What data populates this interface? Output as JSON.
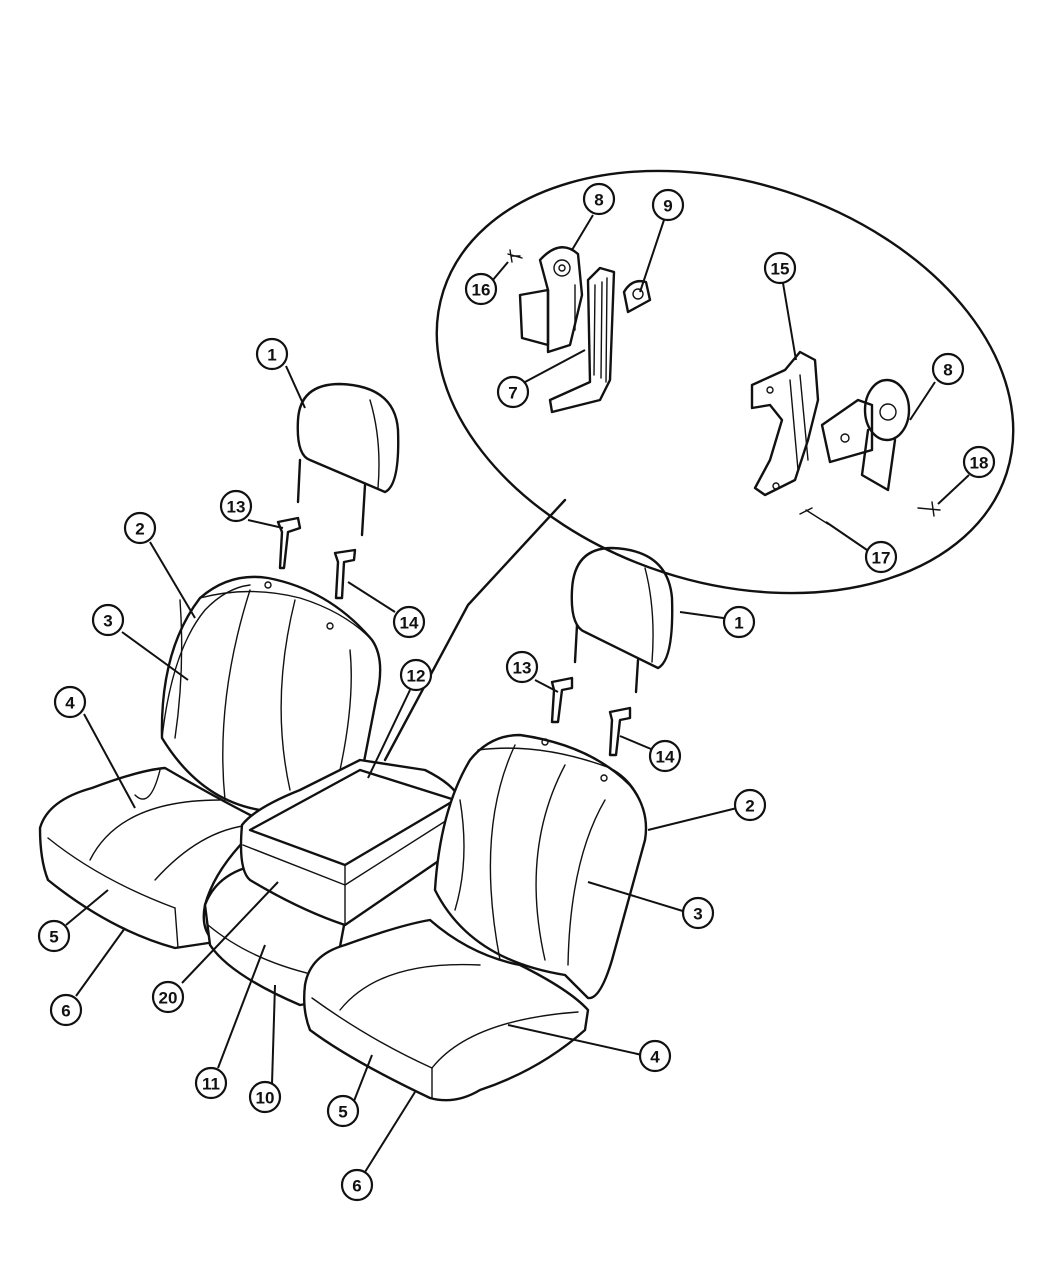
{
  "diagram": {
    "type": "exploded-parts-diagram",
    "parts": [
      {
        "id": "c1a",
        "label": "1"
      },
      {
        "id": "c1b",
        "label": "1"
      },
      {
        "id": "c2a",
        "label": "2"
      },
      {
        "id": "c2b",
        "label": "2"
      },
      {
        "id": "c3a",
        "label": "3"
      },
      {
        "id": "c3b",
        "label": "3"
      },
      {
        "id": "c4a",
        "label": "4"
      },
      {
        "id": "c4b",
        "label": "4"
      },
      {
        "id": "c5a",
        "label": "5"
      },
      {
        "id": "c5b",
        "label": "5"
      },
      {
        "id": "c6a",
        "label": "6"
      },
      {
        "id": "c6b",
        "label": "6"
      },
      {
        "id": "c7",
        "label": "7"
      },
      {
        "id": "c8a",
        "label": "8"
      },
      {
        "id": "c8b",
        "label": "8"
      },
      {
        "id": "c9",
        "label": "9"
      },
      {
        "id": "c10",
        "label": "10"
      },
      {
        "id": "c11",
        "label": "11"
      },
      {
        "id": "c12",
        "label": "12"
      },
      {
        "id": "c13a",
        "label": "13"
      },
      {
        "id": "c13b",
        "label": "13"
      },
      {
        "id": "c14a",
        "label": "14"
      },
      {
        "id": "c14b",
        "label": "14"
      },
      {
        "id": "c15",
        "label": "15"
      },
      {
        "id": "c16",
        "label": "16"
      },
      {
        "id": "c17",
        "label": "17"
      },
      {
        "id": "c18",
        "label": "18"
      },
      {
        "id": "c20",
        "label": "20"
      }
    ]
  }
}
